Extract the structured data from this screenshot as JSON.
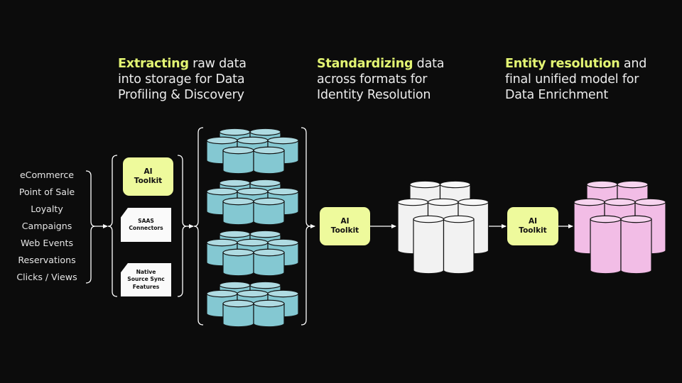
{
  "stages": [
    {
      "highlight": "Extracting",
      "rest_line1": " raw data",
      "line2": "into storage for Data",
      "line3": "Profiling & Discovery"
    },
    {
      "highlight": "Standardizing",
      "rest_line1": " data",
      "line2": "across formats for",
      "line3": "Identity Resolution"
    },
    {
      "highlight": "Entity resolution",
      "rest_line1": " and",
      "line2": "final unified model for",
      "line3": "Data Enrichment"
    }
  ],
  "sources": [
    "eCommerce",
    "Point of Sale",
    "Loyalty",
    "Campaigns",
    "Web Events",
    "Reservations",
    "Clicks / Views"
  ],
  "ingestion": {
    "toolkit": {
      "line1": "AI",
      "line2": "Toolkit"
    },
    "saas": {
      "line1": "SAAS",
      "line2": "Connectors"
    },
    "native": {
      "line1": "Native",
      "line2": "Source Sync",
      "line3": "Features"
    }
  },
  "toolkit_2": {
    "line1": "AI",
    "line2": "Toolkit"
  },
  "toolkit_3": {
    "line1": "AI",
    "line2": "Toolkit"
  },
  "colors": {
    "background": "#0c0c0c",
    "highlight": "#e3f573",
    "toolkit": "#eefa9c",
    "raw_storage": "#84c8d2",
    "standardized": "#f2f2f2",
    "unified": "#f2bde6"
  },
  "clusters": {
    "raw_storage_count": 4,
    "cylinders_per_cluster": 7
  }
}
